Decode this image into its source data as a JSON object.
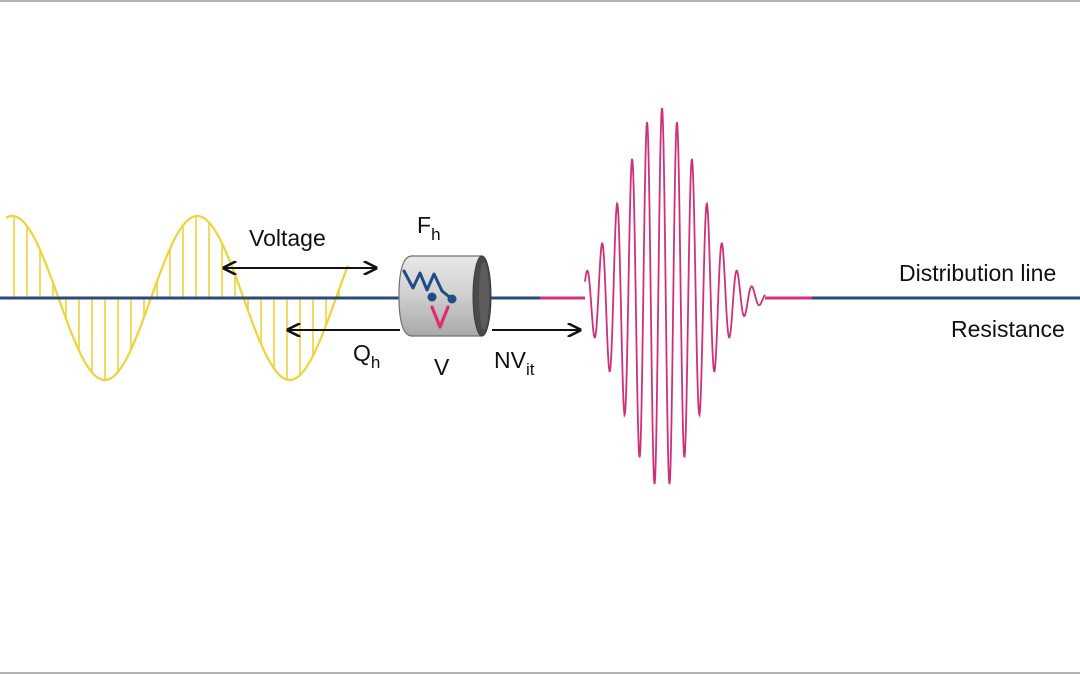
{
  "labels": {
    "voltage": "Voltage",
    "f_main": "F",
    "f_sub": "h",
    "q_main": "Q",
    "q_sub": "h",
    "v": "V",
    "nv_main": "NV",
    "nv_sub": "it",
    "distribution_line": "Distribution line",
    "resistance": "Resistance"
  },
  "colors": {
    "line": "#2b4a7a",
    "yellow_wave": "#f0d23a",
    "magenta_wave": "#d0307a",
    "arrow": "#111111",
    "cylinder_body": "#c9c9c9",
    "cylinder_end": "#4a4a4a"
  },
  "icons": {
    "component": "cylinder-component-icon",
    "zigzag": "zigzag-icon",
    "v_mark": "v-mark-icon"
  }
}
